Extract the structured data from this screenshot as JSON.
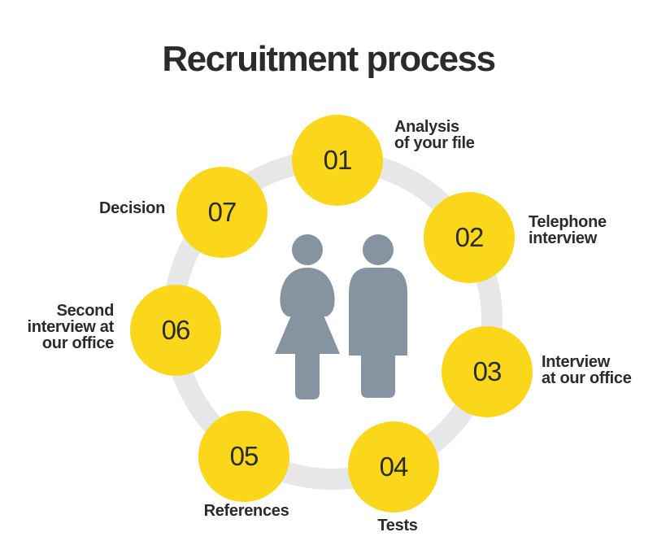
{
  "title": "Recruitment process",
  "colors": {
    "accent_yellow": "#FBD71B",
    "ring_gray": "#E7E7E7",
    "figure_gray": "#8594A0",
    "text_dark": "#2B2B2B",
    "background": "#FFFFFF"
  },
  "center_icon": "man-woman-silhouette-icon",
  "steps": [
    {
      "number": "01",
      "label": "Analysis\nof your file"
    },
    {
      "number": "02",
      "label": "Telephone\ninterview"
    },
    {
      "number": "03",
      "label": "Interview\nat our office"
    },
    {
      "number": "04",
      "label": "Tests"
    },
    {
      "number": "05",
      "label": "References"
    },
    {
      "number": "06",
      "label": "Second\ninterview at\nour office"
    },
    {
      "number": "07",
      "label": "Decision"
    }
  ]
}
